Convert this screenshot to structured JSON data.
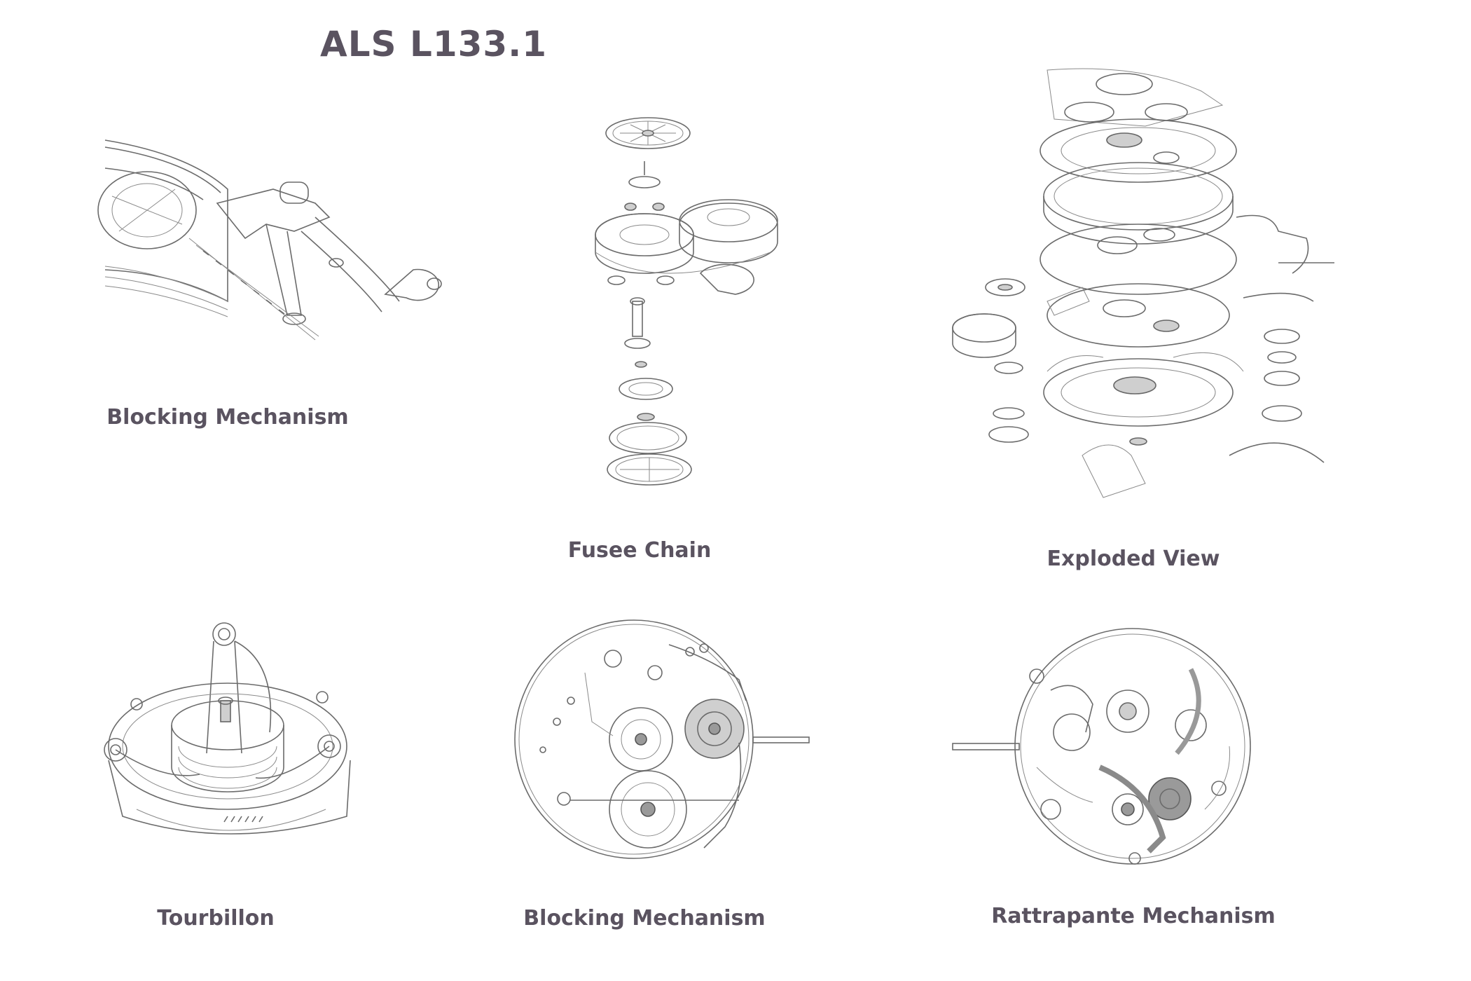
{
  "title": "ALS L133.1",
  "illustrations": [
    {
      "caption": "Blocking Mechanism"
    },
    {
      "caption": "Fusee Chain"
    },
    {
      "caption": "Exploded View"
    },
    {
      "caption": "Tourbillon"
    },
    {
      "caption": "Blocking Mechanism"
    },
    {
      "caption": "Rattrapante Mechanism"
    }
  ],
  "colors": {
    "text": "#5a5360",
    "line": "#6b6b6b",
    "background": "#ffffff"
  }
}
